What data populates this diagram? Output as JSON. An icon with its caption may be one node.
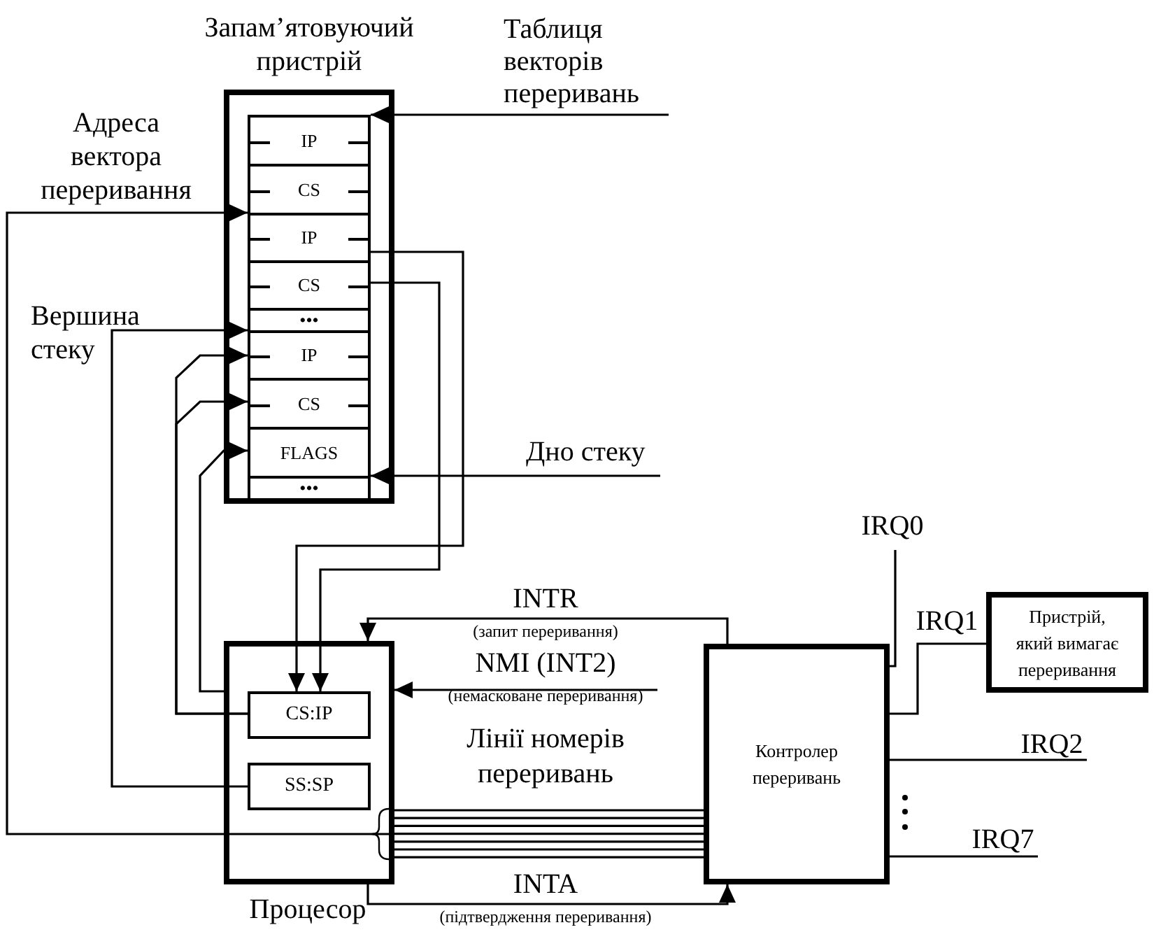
{
  "diagram": {
    "nodes": [
      {
        "text": [
          "Запам’ятовуючий пристрій"
        ]
      },
      {
        "text": [
          "Таблиця векторів переривань"
        ]
      },
      {
        "text": [
          "IP"
        ],
        "in": 0
      },
      {
        "text": [
          "CS"
        ],
        "in": 0
      },
      {
        "text": [
          "IP"
        ],
        "in": 0
      },
      {
        "text": [
          "CS"
        ],
        "in": 0
      },
      {
        "text": [
          "•••"
        ],
        "in": 0
      },
      {
        "text": [
          "IP"
        ],
        "in": 0
      },
      {
        "text": [
          "CS"
        ],
        "in": 0
      },
      {
        "text": [
          "FLAGS"
        ],
        "in": 0
      },
      {
        "text": [
          "•••"
        ],
        "in": 0
      },
      {
        "text": [
          "Дно стеку"
        ]
      },
      {
        "text": [
          "Процесор"
        ]
      },
      {
        "text": [
          "CS:IP"
        ],
        "in": 12
      },
      {
        "text": [
          "SS:SP"
        ],
        "in": 12
      },
      {
        "text": [
          "Контролер переривань"
        ]
      },
      {
        "text": [
          "Пристрій, який вимагає переривання"
        ]
      }
    ],
    "edges": [
      {
        "from": 1,
        "to": 2,
        "arrow": "to"
      },
      {
        "from": 12,
        "to": 4,
        "arrow": "to",
        "label": "Адреса вектора переривання"
      },
      {
        "from": 4,
        "to": 13,
        "arrow": "to"
      },
      {
        "from": 5,
        "to": 13,
        "arrow": "to"
      },
      {
        "from": 14,
        "to": 7,
        "arrow": "to",
        "label": "Вершина стеку"
      },
      {
        "from": 13,
        "to": 7,
        "arrow": "to"
      },
      {
        "from": 13,
        "to": 8,
        "arrow": "to"
      },
      {
        "from": 12,
        "to": 9,
        "arrow": "to"
      },
      {
        "from": 11,
        "to": 10,
        "arrow": "to"
      },
      {
        "from": 15,
        "to": 12,
        "arrow": "to",
        "label": "INTR"
      },
      {
        "from": null,
        "to": 12,
        "arrow": "to",
        "label": "NMI (INT2)"
      },
      {
        "from": 12,
        "to": 15,
        "arrow": "to",
        "label": "INTA"
      },
      {
        "from": 12,
        "to": 15,
        "arrow": "none",
        "label": "Лінії номерів переривань"
      },
      {
        "from": 15,
        "to": null,
        "arrow": "none",
        "label": "IRQ0"
      },
      {
        "from": 15,
        "to": 16,
        "arrow": "none",
        "label": "IRQ1"
      },
      {
        "from": 15,
        "to": null,
        "arrow": "none",
        "label": "IRQ2"
      },
      {
        "from": 15,
        "to": null,
        "arrow": "none",
        "label": "IRQ7"
      }
    ],
    "labels": [
      "(запит переривання)",
      "(немасковане переривання)",
      "(підтвердження переривання)"
    ]
  }
}
